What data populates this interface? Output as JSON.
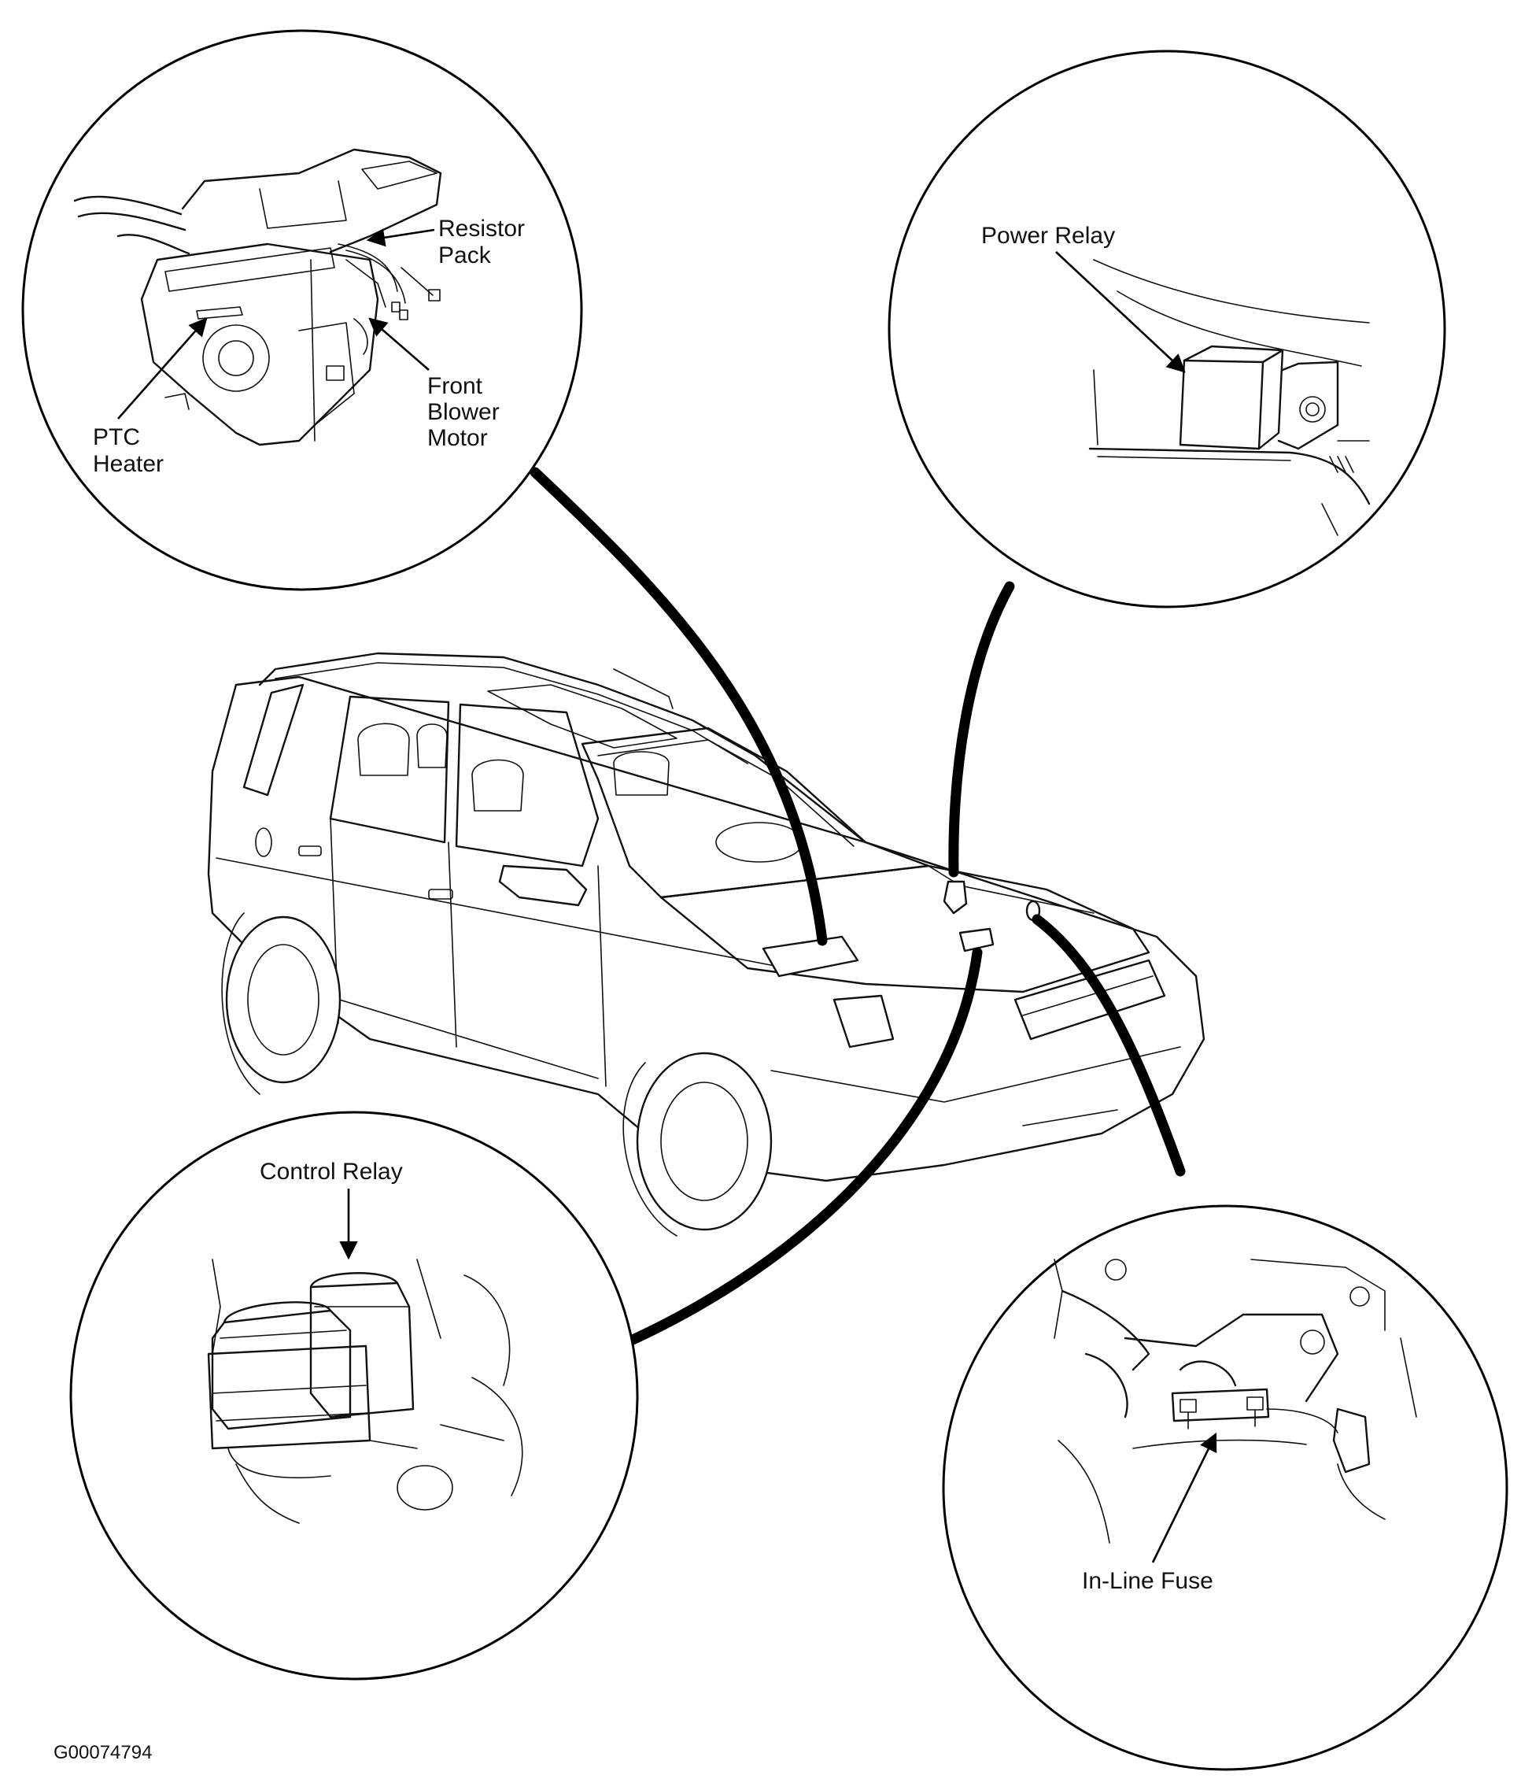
{
  "figure_id": "G00074794",
  "callouts": {
    "top_left": {
      "labels": {
        "resistor_pack": "Resistor\nPack",
        "front_blower_motor": "Front\nBlower\nMotor",
        "ptc_heater": "PTC\nHeater"
      }
    },
    "top_right": {
      "labels": {
        "power_relay": "Power Relay"
      }
    },
    "bottom_left": {
      "labels": {
        "control_relay": "Control Relay"
      }
    },
    "bottom_right": {
      "labels": {
        "in_line_fuse": "In-Line Fuse"
      }
    }
  }
}
